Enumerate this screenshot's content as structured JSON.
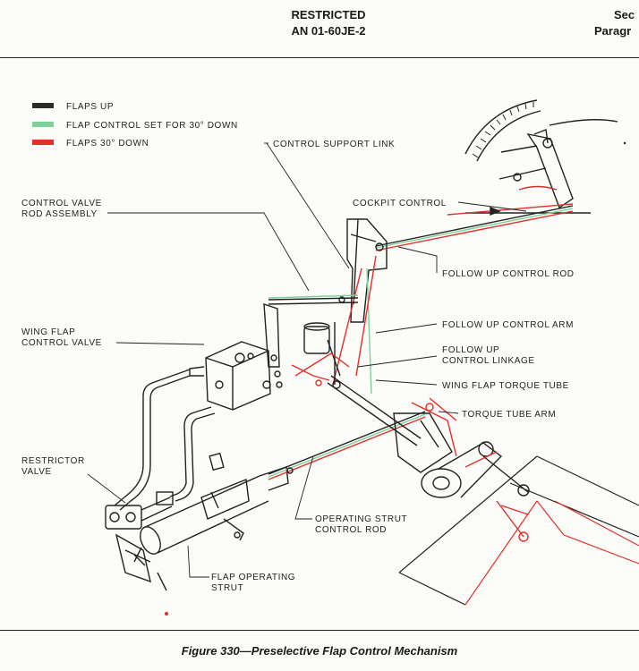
{
  "header": {
    "restricted": "RESTRICTED",
    "doc_number": "AN 01-60JE-2",
    "right_line1": "Sec",
    "right_line2": "Paragr"
  },
  "legend": [
    {
      "label": "FLAPS UP",
      "color": "#2b2b2b"
    },
    {
      "label": "FLAP CONTROL SET FOR 30° DOWN",
      "color": "#7fcf9a"
    },
    {
      "label": "FLAPS 30° DOWN",
      "color": "#e0302c"
    }
  ],
  "labels": {
    "control_support_link": "CONTROL SUPPORT LINK",
    "cockpit_control": "COCKPIT CONTROL",
    "control_valve_rod_1": "CONTROL VALVE",
    "control_valve_rod_2": "ROD ASSEMBLY",
    "follow_up_control_rod": "FOLLOW UP CONTROL ROD",
    "follow_up_control_arm": "FOLLOW UP CONTROL ARM",
    "follow_up_linkage_1": "FOLLOW UP",
    "follow_up_linkage_2": "CONTROL LINKAGE",
    "wing_flap_torque_tube": "WING FLAP TORQUE TUBE",
    "torque_tube_arm": "TORQUE TUBE ARM",
    "wing_flap_valve_1": "WING FLAP",
    "wing_flap_valve_2": "CONTROL VALVE",
    "restrictor_valve_1": "RESTRICTOR",
    "restrictor_valve_2": "VALVE",
    "operating_strut_rod_1": "OPERATING STRUT",
    "operating_strut_rod_2": "CONTROL ROD",
    "flap_operating_strut_1": "FLAP OPERATING",
    "flap_operating_strut_2": "STRUT"
  },
  "caption": "Figure 330—Preselective Flap Control Mechanism"
}
